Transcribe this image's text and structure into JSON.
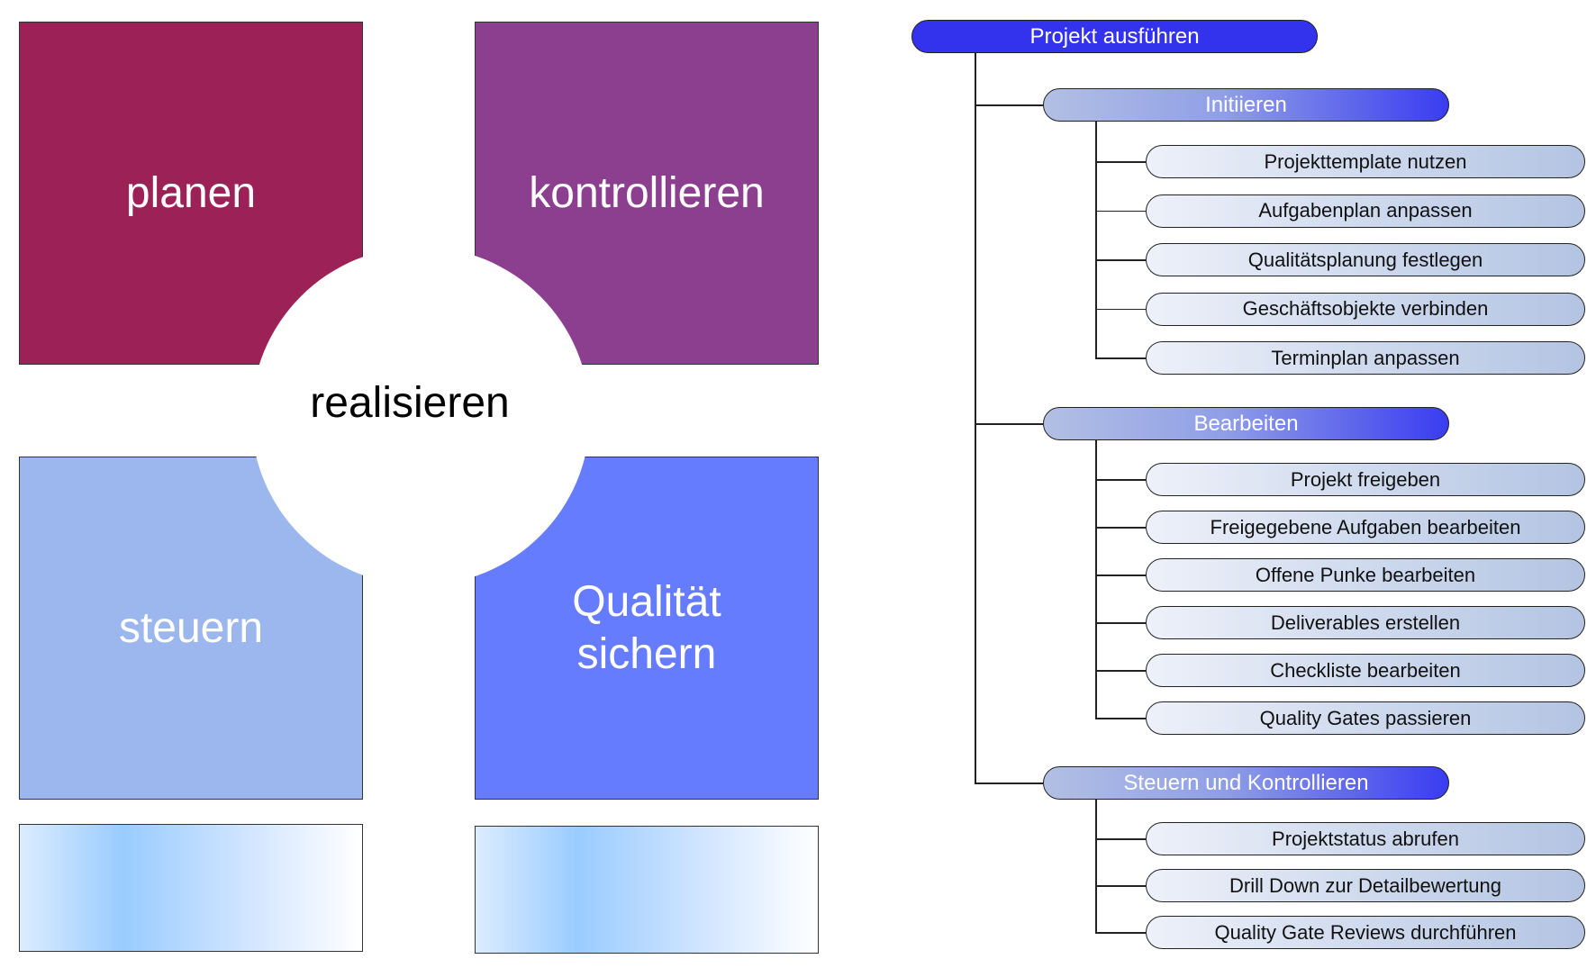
{
  "quadrants": {
    "planen": {
      "label": "planen",
      "color": "#9b2157"
    },
    "kontrollieren": {
      "label": "kontrollieren",
      "color": "#8c3f8f"
    },
    "steuern": {
      "label": "steuern",
      "color": "#9bb7ed"
    },
    "qualitaet": {
      "label": "Qualität\nsichern",
      "color": "#667cff"
    }
  },
  "center": {
    "label": "realisieren"
  },
  "tree": {
    "root": "Projekt ausführen",
    "categories": [
      {
        "label": "Initiieren",
        "items": [
          "Projekttemplate nutzen",
          "Aufgabenplan anpassen",
          "Qualitätsplanung festlegen",
          "Geschäftsobjekte verbinden",
          "Terminplan anpassen"
        ]
      },
      {
        "label": "Bearbeiten",
        "items": [
          "Projekt freigeben",
          "Freigegebene Aufgaben bearbeiten",
          "Offene Punke bearbeiten",
          "Deliverables erstellen",
          "Checkliste bearbeiten",
          "Quality Gates passieren"
        ]
      },
      {
        "label": "Steuern und Kontrollieren",
        "items": [
          "Projektstatus abrufen",
          "Drill Down zur Detailbewertung",
          "Quality Gate Reviews durchführen"
        ]
      }
    ]
  },
  "colors": {
    "root": "#3333ee",
    "gradient_light": "#99ccff"
  }
}
